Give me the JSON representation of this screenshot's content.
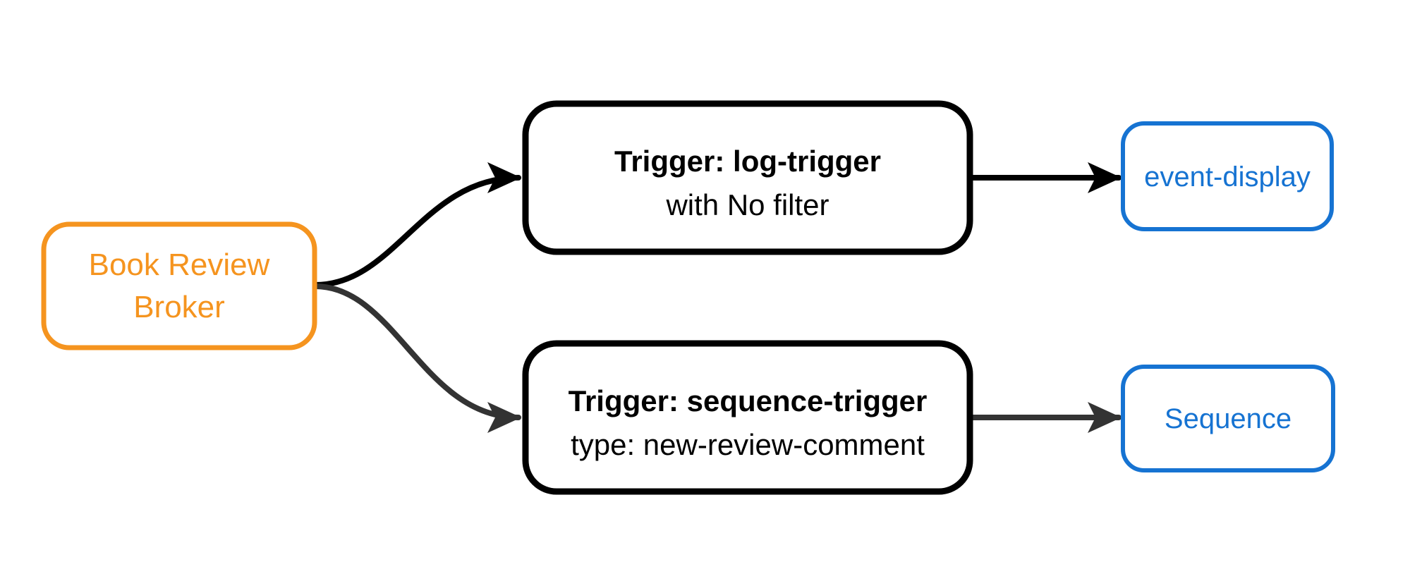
{
  "colors": {
    "orange": "#F5941F",
    "blue": "#1673D2",
    "trigger_border": "#000000",
    "trigger_text": "#000000",
    "edge_top": "#000000",
    "edge_bottom": "#333333",
    "background": "#FFFFFF"
  },
  "nodes": {
    "broker": {
      "line1": "Book Review",
      "line2": "Broker"
    },
    "trigger_log": {
      "title": "Trigger: log-trigger",
      "subtitle": "with No filter"
    },
    "trigger_sequence": {
      "title": "Trigger: sequence-trigger",
      "subtitle": "type: new-review-comment"
    },
    "event_display": {
      "label": "event-display"
    },
    "sequence": {
      "label": "Sequence"
    }
  },
  "edges": [
    {
      "from": "broker",
      "to": "trigger_log",
      "color": "#000000"
    },
    {
      "from": "broker",
      "to": "trigger_sequence",
      "color": "#333333"
    },
    {
      "from": "trigger_log",
      "to": "event_display",
      "color": "#000000"
    },
    {
      "from": "trigger_sequence",
      "to": "sequence",
      "color": "#333333"
    }
  ]
}
